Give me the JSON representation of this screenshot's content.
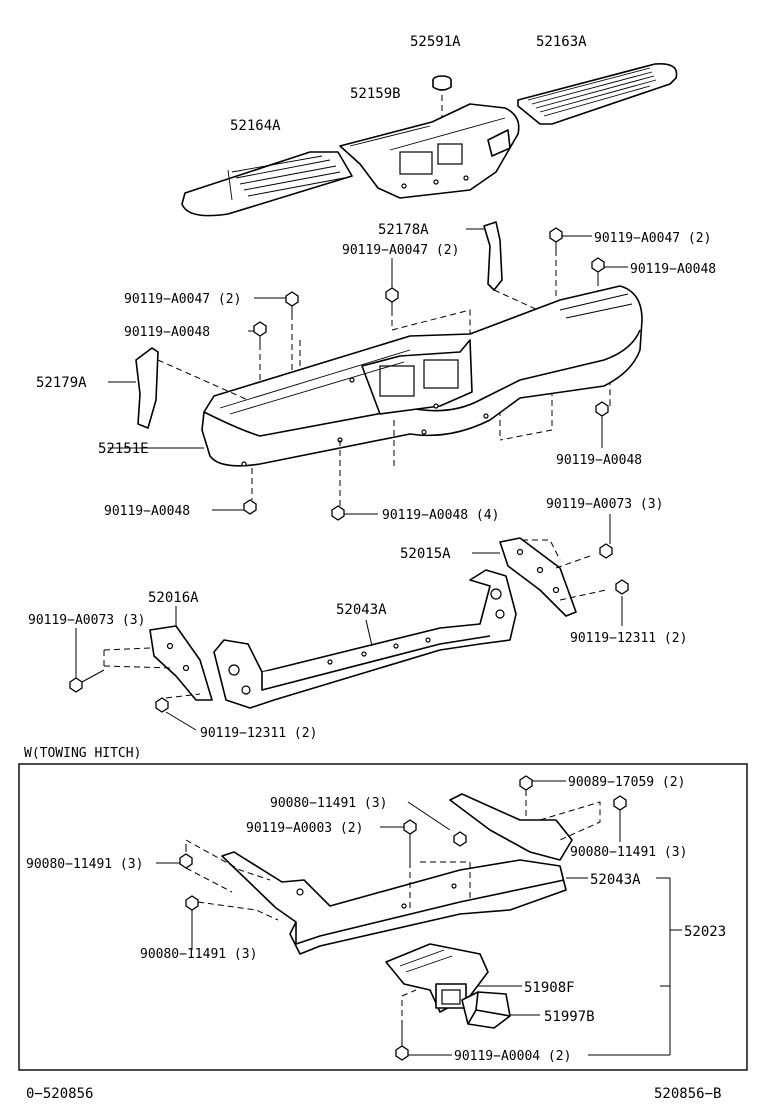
{
  "parts": {
    "p52591A": "52591A",
    "p52163A": "52163A",
    "p52159B": "52159B",
    "p52164A": "52164A",
    "p52178A": "52178A",
    "p90119A0047_2_a": "90119−A0047 (2)",
    "p90119A0047_2_b": "90119−A0047 (2)",
    "p90119A0047_2_c": "90119−A0047 (2)",
    "p90119A0048_a": "90119−A0048",
    "p90119A0048_b": "90119−A0048",
    "p52179A": "52179A",
    "p52151E": "52151E",
    "p90119A0048_c": "90119−A0048",
    "p90119A0048_d": "90119−A0048",
    "p90119A0048_4": "90119−A0048 (4)",
    "p90119A0073_3_a": "90119−A0073 (3)",
    "p52015A": "52015A",
    "p52016A": "52016A",
    "p52043A": "52043A",
    "p90119A0073_3_b": "90119−A0073 (3)",
    "p90119_12311_2_a": "90119−12311 (2)",
    "p90119_12311_2_b": "90119−12311 (2)"
  },
  "towing_hitch": {
    "title": "W(TOWING HITCH)",
    "p90089_17059_2": "90089−17059 (2)",
    "p90080_11491_3_a": "90080−11491 (3)",
    "p90119A0003_2": "90119−A0003 (2)",
    "p90080_11491_3_b": "90080−11491 (3)",
    "p90080_11491_3_c": "90080−11491 (3)",
    "p52043A": "52043A",
    "p52023": "52023",
    "p90080_11491_3_d": "90080−11491 (3)",
    "p51908F": "51908F",
    "p51997B": "51997B",
    "p90119A0004_2": "90119−A0004 (2)"
  },
  "footer": {
    "left": "0−520856",
    "right": "520856−B"
  }
}
